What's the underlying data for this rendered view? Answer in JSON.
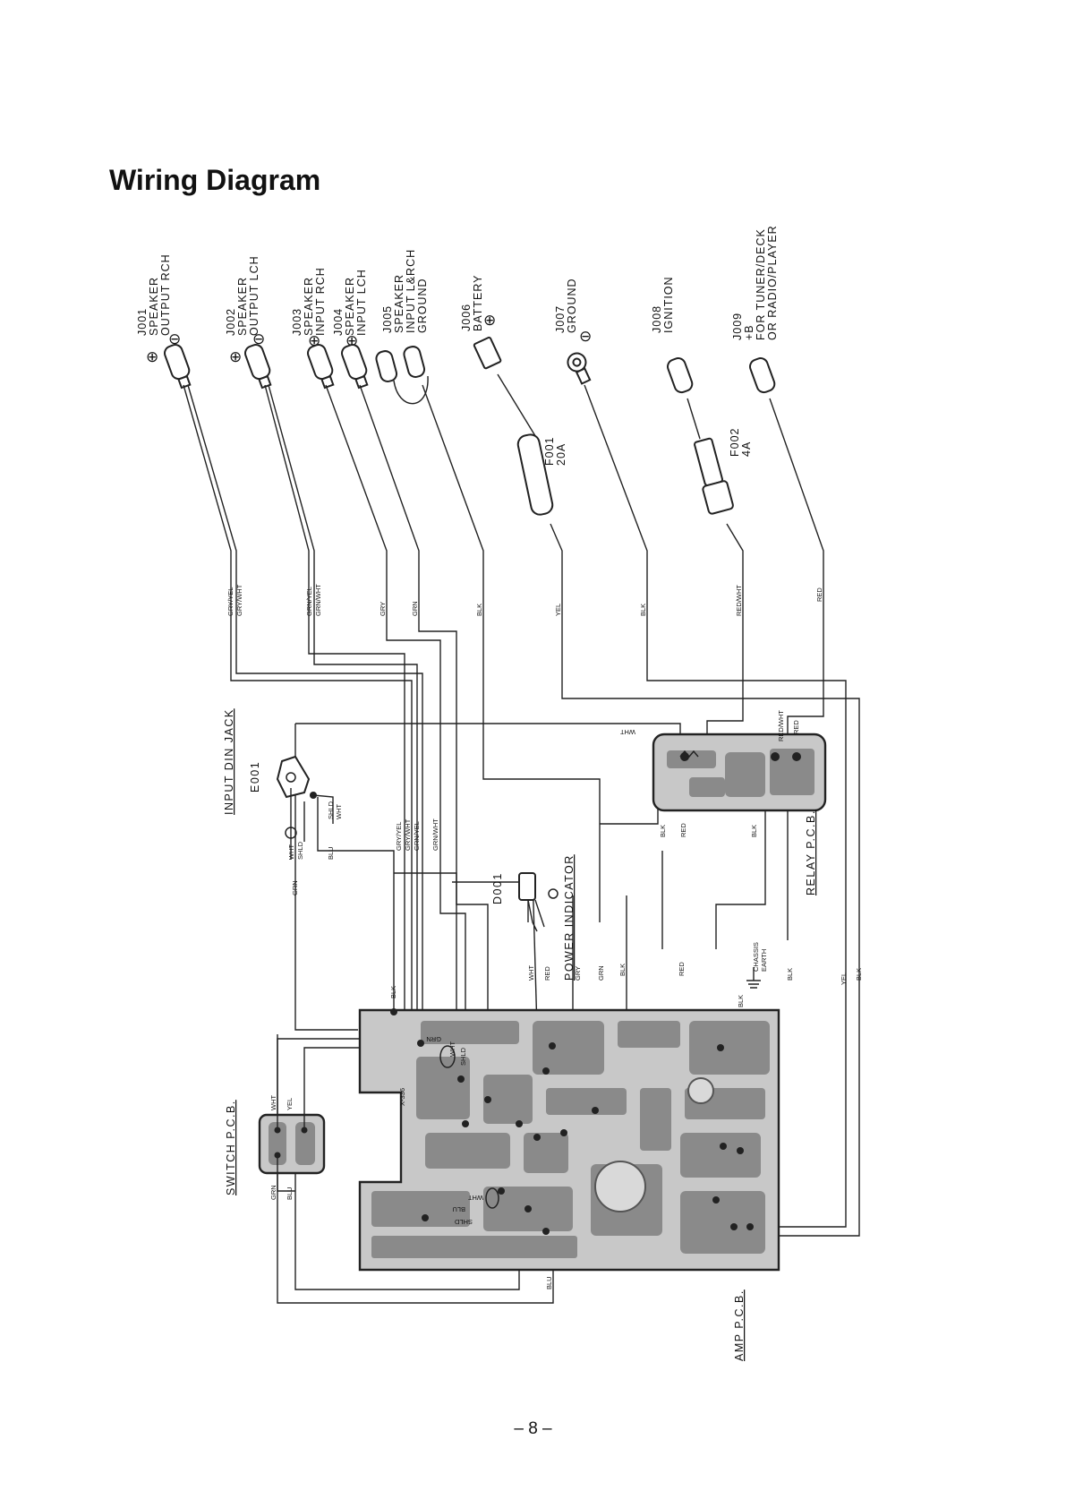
{
  "title": "Wiring Diagram",
  "page_number": "– 8 –",
  "connectors": [
    {
      "id": "J001",
      "lines": [
        "J001",
        "SPEAKER",
        "OUTPUT  RCH"
      ],
      "polarity": [
        "⊕",
        "⊖"
      ]
    },
    {
      "id": "J002",
      "lines": [
        "J002",
        "SPEAKER",
        "OUTPUT  LCH"
      ],
      "polarity": [
        "⊕",
        "⊖"
      ]
    },
    {
      "id": "J003",
      "lines": [
        "J003",
        "SPEAKER",
        "INPUT  RCH"
      ],
      "polarity": [
        "⊕"
      ]
    },
    {
      "id": "J004",
      "lines": [
        "J004",
        "SPEAKER",
        "INPUT  LCH"
      ],
      "polarity": [
        "⊕"
      ]
    },
    {
      "id": "J005",
      "lines": [
        "J005",
        "SPEAKER",
        "INPUT  L&RCH",
        "GROUND"
      ],
      "polarity": []
    },
    {
      "id": "J006",
      "lines": [
        "J006",
        "BATTERY"
      ],
      "polarity": [
        "⊕"
      ]
    },
    {
      "id": "J007",
      "lines": [
        "J007",
        "GROUND"
      ],
      "polarity": [
        "⊖"
      ]
    },
    {
      "id": "J008",
      "lines": [
        "J008",
        "IGNITION"
      ],
      "polarity": []
    },
    {
      "id": "J009",
      "lines": [
        "J009",
        "+B",
        "FOR TUNER/DECK",
        "OR  RADIO/PLAYER"
      ],
      "polarity": []
    }
  ],
  "fuses": [
    {
      "id": "F001",
      "lines": [
        "F001",
        "20A"
      ]
    },
    {
      "id": "F002",
      "lines": [
        "F002",
        "4A"
      ]
    }
  ],
  "wire_colors": {
    "j001": [
      "GRY/YEL",
      "GRY/WHT"
    ],
    "j002": [
      "GRN/YEL",
      "GRN/WHT"
    ],
    "j003": "GRY",
    "j004": "GRN",
    "j005": "BLK",
    "j006": "YEL",
    "j007": "BLK",
    "j008": "RED/WHT",
    "j009": "RED"
  },
  "labels": {
    "input_din_jack": "INPUT  DIN  JACK",
    "e001": "E001",
    "relay_pcb": "RELAY  P.C.B.",
    "switch_pcb": "SWITCH  P.C.B.",
    "amp_pcb": "AMP  P.C.B.",
    "power_indicator": "POWER  INDICATOR",
    "d001": "D001",
    "chassis_earth": [
      "CHASSIS",
      "EARTH"
    ],
    "amp_board_code": "X-336"
  },
  "middle_wires": [
    "GRY/YEL",
    "GRN/YEL",
    "GRY/WHT",
    "GRN/WHT"
  ],
  "din_wires": [
    "WHT",
    "SHLD",
    "SHLD",
    "WHT",
    "BLU",
    "GRN"
  ],
  "relay_wires": [
    "WHT",
    "BLK",
    "RED",
    "BLK",
    "RED/WHT",
    "RED"
  ],
  "lower_wires": [
    "BLK",
    "WHT",
    "RED",
    "GRY",
    "GRN",
    "BLK",
    "RED",
    "BLK",
    "BLK",
    "YEL",
    "BLK"
  ],
  "switch_wires": [
    "WHT",
    "YEL",
    "GRN",
    "BLU",
    "BLU"
  ],
  "amp_inner": [
    "GRN",
    "WHT",
    "SHLD",
    "WHT",
    "BLU",
    "SHLD"
  ]
}
